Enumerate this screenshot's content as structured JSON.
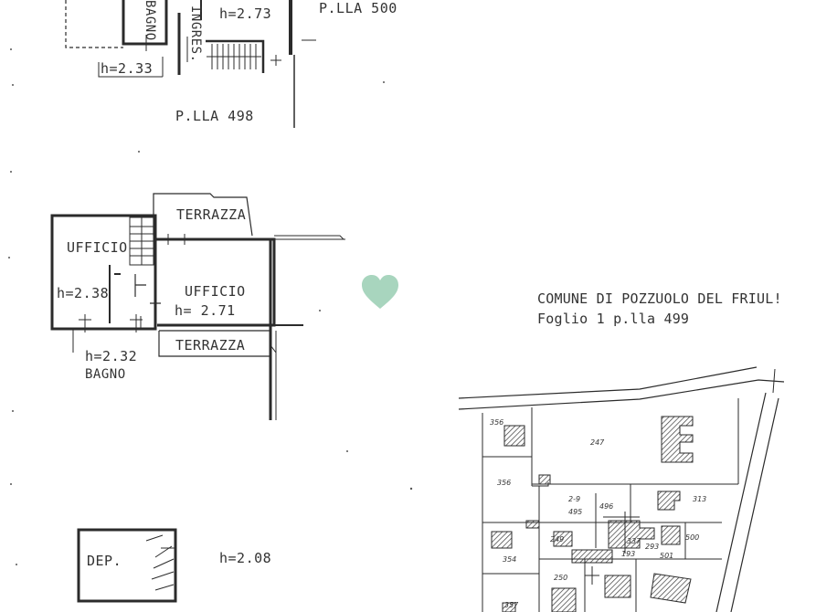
{
  "top_plan": {
    "bagno": "BAGNO",
    "ingresso": "INGRES.",
    "h_top": "h=2.73",
    "h_left": "h=2.33",
    "plla_500": "P.LLA 500",
    "plla_498": "P.LLA 498"
  },
  "office_plan": {
    "terrazza_top": "TERRAZZA",
    "ufficio_left": "UFFICIO",
    "h_left": "h=2.38",
    "ufficio_right": "UFFICIO",
    "h_right": "h= 2.71",
    "terrazza_bottom": "TERRAZZA",
    "h_bagno": "h=2.32",
    "bagno": "BAGNO"
  },
  "deposit_plan": {
    "dep": "DEP.",
    "h": "h=2.08"
  },
  "cadastral": {
    "comune": "COMUNE DI POZZUOLO DEL FRIUL!",
    "foglio": "Foglio 1 p.lla 499",
    "lots": [
      "356",
      "247",
      "356",
      "313",
      "2-9",
      "495",
      "496",
      "354",
      "249",
      "337",
      "500",
      "293",
      "193",
      "501",
      "250",
      "357"
    ]
  },
  "colors": {
    "line": "#2b2b2b",
    "heart": "#a8d5be",
    "hatch": "#3a3a3a"
  },
  "icons": {
    "watermark": "heart-icon"
  }
}
